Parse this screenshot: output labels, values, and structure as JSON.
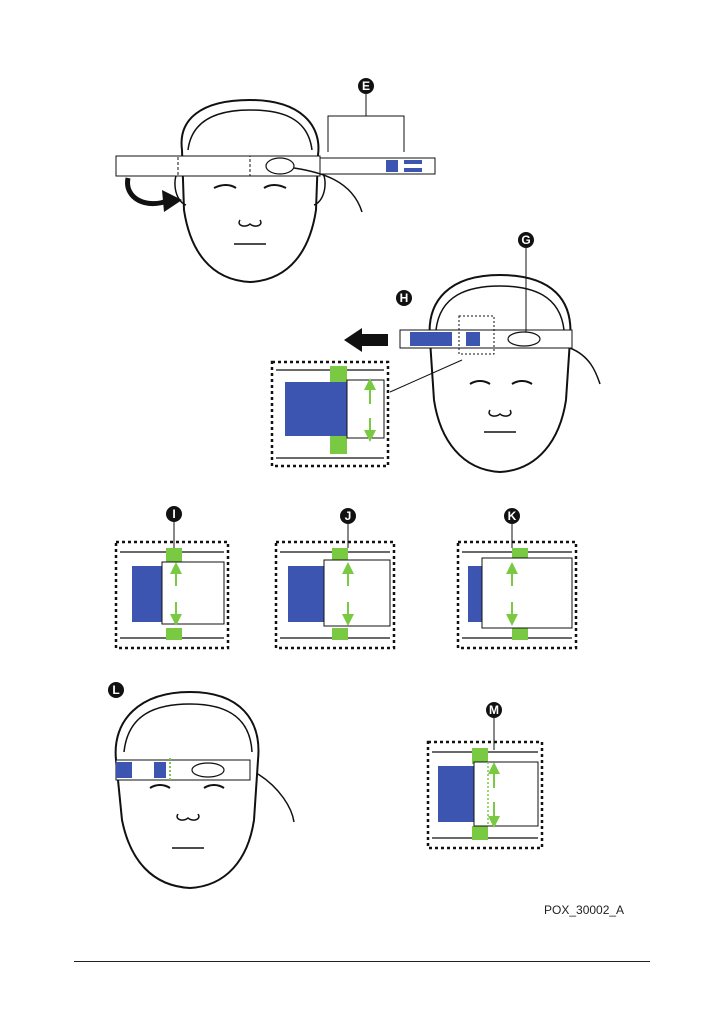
{
  "colors": {
    "blue": "#3B55B0",
    "green": "#7AC943",
    "ink": "#111111",
    "paper": "#FFFFFF"
  },
  "callouts": {
    "E": "E",
    "G": "G",
    "H": "H",
    "I": "I",
    "J": "J",
    "K": "K",
    "L": "L",
    "M": "M"
  },
  "figure_code": "POX_30002_A",
  "icons": [
    "curved-arrow-icon",
    "left-arrow-icon",
    "up-arrow-icon",
    "down-arrow-icon"
  ]
}
